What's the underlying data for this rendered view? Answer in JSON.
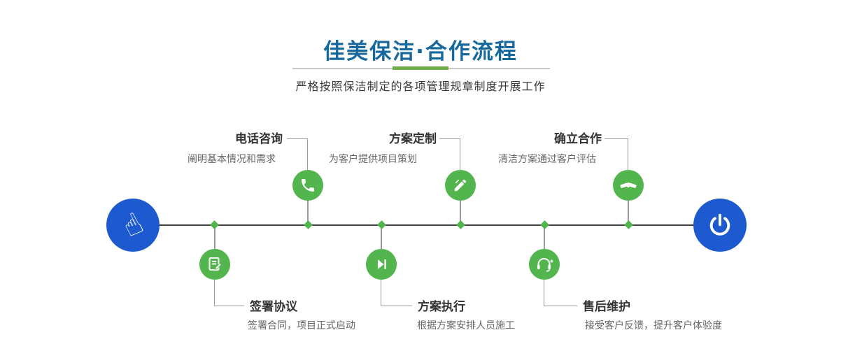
{
  "header": {
    "title": "佳美保洁·合作流程",
    "subtitle": "严格按照保洁制定的各项管理规章制度开展工作"
  },
  "flow": {
    "start_icon": "pointing-hand-icon",
    "end_icon": "power-icon",
    "top_steps": [
      {
        "title": "电话咨询",
        "desc": "阐明基本情况和需求",
        "icon": "phone-icon"
      },
      {
        "title": "方案定制",
        "desc": "为客户提供项目策划",
        "icon": "pencil-icon"
      },
      {
        "title": "确立合作",
        "desc": "清洁方案通过客户评估",
        "icon": "handshake-icon"
      }
    ],
    "bottom_steps": [
      {
        "title": "签署协议",
        "desc": "签署合同，项目正式启动",
        "icon": "contract-icon"
      },
      {
        "title": "方案执行",
        "desc": "根据方案安排人员施工",
        "icon": "play-icon"
      },
      {
        "title": "售后维护",
        "desc": "接受客户反馈，提升客户体验度",
        "icon": "headset-icon"
      }
    ]
  },
  "icons": {
    "pointing_hand_glyph": "☝"
  },
  "colors": {
    "title_blue": "#16689d",
    "endpoint_blue": "#1d5ad0",
    "node_green": "#52b54d",
    "underline_green": "#6fae47",
    "underline_gray": "#c9c9c9",
    "line_dark": "#404040",
    "connector_gray": "#9b9b9b"
  }
}
